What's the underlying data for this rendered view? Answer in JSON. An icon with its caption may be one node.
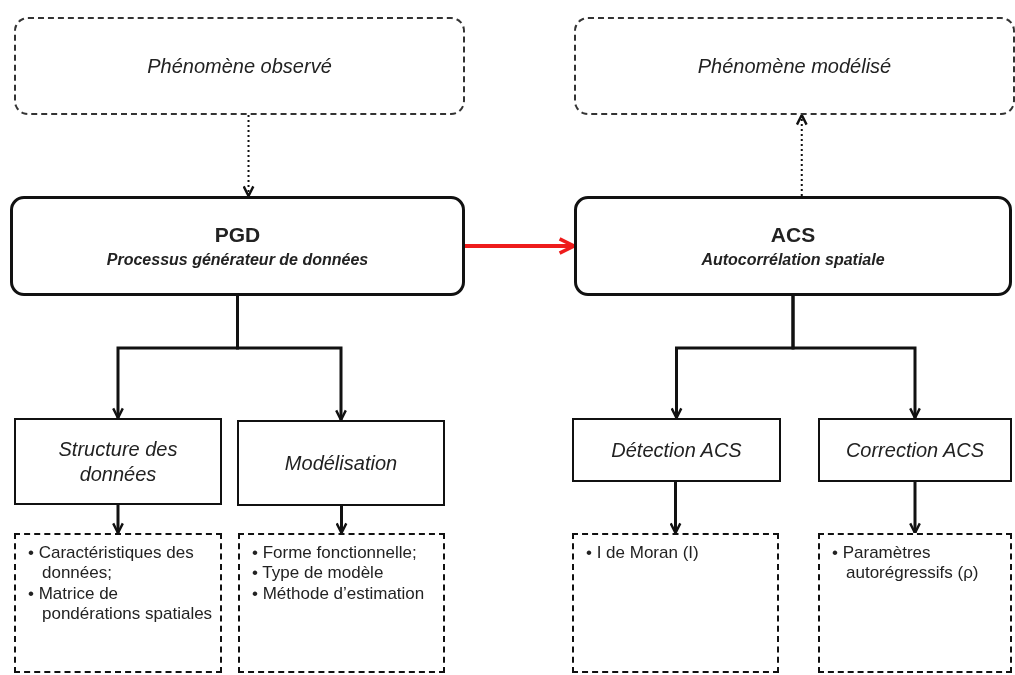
{
  "diagram": {
    "nodes": [
      {
        "text": [
          "Phénomène observé"
        ]
      },
      {
        "text": [
          "Phénomène modélisé"
        ]
      },
      {
        "text": [
          "PGD",
          "Processus générateur de données"
        ]
      },
      {
        "text": [
          "ACS",
          "Autocorrélation spatiale"
        ]
      },
      {
        "text": [
          "Structure des données"
        ]
      },
      {
        "text": [
          "Modélisation"
        ]
      },
      {
        "text": [
          "Détection ACS"
        ]
      },
      {
        "text": [
          "Correction ACS"
        ]
      },
      {
        "text": [
          "• Caractéristiques des données;",
          "• Matrice de pondérations spatiales"
        ]
      },
      {
        "text": [
          "• Forme fonctionnelle;",
          "• Type de modèle",
          "• Méthode d’estimation"
        ]
      },
      {
        "text": [
          "• I de Moran (I)"
        ]
      },
      {
        "text": [
          "• Paramètres autorégressifs (ρ)"
        ]
      }
    ],
    "edges": [
      {
        "from": 0,
        "to": 2,
        "arrow": "to",
        "style": "dashed"
      },
      {
        "from": 3,
        "to": 1,
        "arrow": "to",
        "style": "dashed"
      },
      {
        "from": 2,
        "to": 3,
        "arrow": "to",
        "color": "#ee1c1c"
      },
      {
        "from": 2,
        "to": 4,
        "arrow": "to"
      },
      {
        "from": 2,
        "to": 5,
        "arrow": "to"
      },
      {
        "from": 3,
        "to": 6,
        "arrow": "to"
      },
      {
        "from": 3,
        "to": 7,
        "arrow": "to"
      },
      {
        "from": 4,
        "to": 8,
        "arrow": "to"
      },
      {
        "from": 5,
        "to": 9,
        "arrow": "to"
      },
      {
        "from": 6,
        "to": 10,
        "arrow": "to"
      },
      {
        "from": 7,
        "to": 11,
        "arrow": "to"
      }
    ]
  }
}
